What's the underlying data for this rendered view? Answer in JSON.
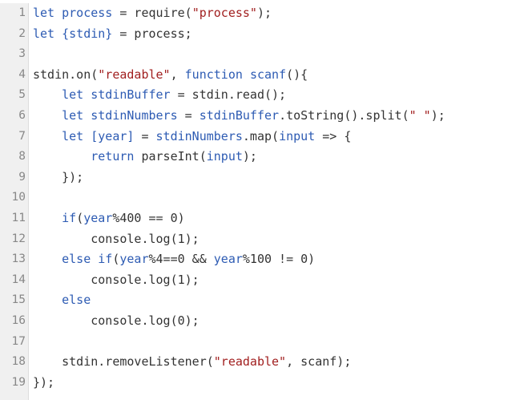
{
  "editor": {
    "lines": [
      {
        "num": "1",
        "tokens": [
          {
            "t": "kw",
            "v": "let"
          },
          {
            "t": "txt",
            "v": " "
          },
          {
            "t": "var",
            "v": "process"
          },
          {
            "t": "txt",
            "v": " = require("
          },
          {
            "t": "str",
            "v": "\"process\""
          },
          {
            "t": "txt",
            "v": ");"
          }
        ]
      },
      {
        "num": "2",
        "tokens": [
          {
            "t": "kw",
            "v": "let"
          },
          {
            "t": "txt",
            "v": " "
          },
          {
            "t": "var",
            "v": "{stdin}"
          },
          {
            "t": "txt",
            "v": " = process;"
          }
        ]
      },
      {
        "num": "3",
        "tokens": []
      },
      {
        "num": "4",
        "tokens": [
          {
            "t": "txt",
            "v": "stdin.on("
          },
          {
            "t": "str",
            "v": "\"readable\""
          },
          {
            "t": "txt",
            "v": ", "
          },
          {
            "t": "kw",
            "v": "function"
          },
          {
            "t": "txt",
            "v": " "
          },
          {
            "t": "var",
            "v": "scanf"
          },
          {
            "t": "txt",
            "v": "(){"
          }
        ]
      },
      {
        "num": "5",
        "tokens": [
          {
            "t": "txt",
            "v": "    "
          },
          {
            "t": "kw",
            "v": "let"
          },
          {
            "t": "txt",
            "v": " "
          },
          {
            "t": "var",
            "v": "stdinBuffer"
          },
          {
            "t": "txt",
            "v": " = stdin.read();"
          }
        ]
      },
      {
        "num": "6",
        "tokens": [
          {
            "t": "txt",
            "v": "    "
          },
          {
            "t": "kw",
            "v": "let"
          },
          {
            "t": "txt",
            "v": " "
          },
          {
            "t": "var",
            "v": "stdinNumbers"
          },
          {
            "t": "txt",
            "v": " = "
          },
          {
            "t": "var",
            "v": "stdinBuffer"
          },
          {
            "t": "txt",
            "v": ".toString().split("
          },
          {
            "t": "str",
            "v": "\" \""
          },
          {
            "t": "txt",
            "v": ");"
          }
        ]
      },
      {
        "num": "7",
        "tokens": [
          {
            "t": "txt",
            "v": "    "
          },
          {
            "t": "kw",
            "v": "let"
          },
          {
            "t": "txt",
            "v": " "
          },
          {
            "t": "var",
            "v": "[year]"
          },
          {
            "t": "txt",
            "v": " = "
          },
          {
            "t": "var",
            "v": "stdinNumbers"
          },
          {
            "t": "txt",
            "v": ".map("
          },
          {
            "t": "var",
            "v": "input"
          },
          {
            "t": "txt",
            "v": " => {"
          }
        ]
      },
      {
        "num": "8",
        "tokens": [
          {
            "t": "txt",
            "v": "        "
          },
          {
            "t": "kw",
            "v": "return"
          },
          {
            "t": "txt",
            "v": " parseInt("
          },
          {
            "t": "var",
            "v": "input"
          },
          {
            "t": "txt",
            "v": ");"
          }
        ]
      },
      {
        "num": "9",
        "tokens": [
          {
            "t": "txt",
            "v": "    });"
          }
        ]
      },
      {
        "num": "10",
        "tokens": []
      },
      {
        "num": "11",
        "tokens": [
          {
            "t": "txt",
            "v": "    "
          },
          {
            "t": "kw",
            "v": "if"
          },
          {
            "t": "txt",
            "v": "("
          },
          {
            "t": "var",
            "v": "year"
          },
          {
            "t": "txt",
            "v": "%400 == 0)"
          }
        ]
      },
      {
        "num": "12",
        "tokens": [
          {
            "t": "txt",
            "v": "        console.log(1);"
          }
        ]
      },
      {
        "num": "13",
        "tokens": [
          {
            "t": "txt",
            "v": "    "
          },
          {
            "t": "kw",
            "v": "else"
          },
          {
            "t": "txt",
            "v": " "
          },
          {
            "t": "kw",
            "v": "if"
          },
          {
            "t": "txt",
            "v": "("
          },
          {
            "t": "var",
            "v": "year"
          },
          {
            "t": "txt",
            "v": "%4==0 && "
          },
          {
            "t": "var",
            "v": "year"
          },
          {
            "t": "txt",
            "v": "%100 != 0)"
          }
        ]
      },
      {
        "num": "14",
        "tokens": [
          {
            "t": "txt",
            "v": "        console.log(1);"
          }
        ]
      },
      {
        "num": "15",
        "tokens": [
          {
            "t": "txt",
            "v": "    "
          },
          {
            "t": "kw",
            "v": "else"
          }
        ]
      },
      {
        "num": "16",
        "tokens": [
          {
            "t": "txt",
            "v": "        console.log(0);"
          }
        ]
      },
      {
        "num": "17",
        "tokens": []
      },
      {
        "num": "18",
        "tokens": [
          {
            "t": "txt",
            "v": "    stdin.removeListener("
          },
          {
            "t": "str",
            "v": "\"readable\""
          },
          {
            "t": "txt",
            "v": ", scanf);"
          }
        ]
      },
      {
        "num": "19",
        "tokens": [
          {
            "t": "txt",
            "v": "});"
          }
        ]
      }
    ]
  },
  "colors": {
    "keyword": "#2d5bb3",
    "string": "#a11f1f",
    "gutter_bg": "#f0f0f0",
    "line_number": "#888888"
  }
}
